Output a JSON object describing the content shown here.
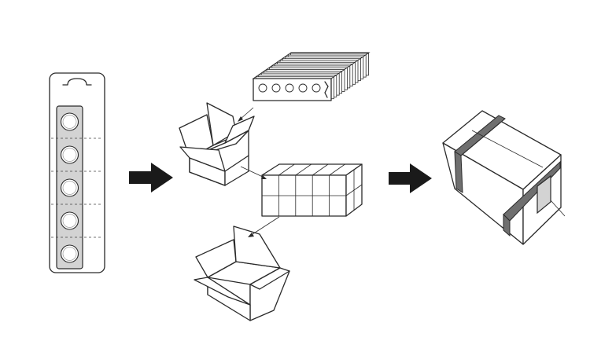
{
  "diagram": {
    "stages": [
      {
        "id": "blister-card",
        "icon": "button-cell-blister-card-icon",
        "cells": 5
      },
      {
        "id": "inner-packing",
        "icon": "carton-with-stacked-cards-icon"
      },
      {
        "id": "master-carton",
        "icon": "taped-shipping-carton-icon"
      }
    ],
    "arrows": [
      "right-arrow-icon",
      "right-arrow-icon"
    ],
    "colors": {
      "line": "#2a2a2a",
      "card": "#d3d3d3",
      "tape": "#6f6f6f",
      "arrow": "#1a1a1a"
    }
  }
}
